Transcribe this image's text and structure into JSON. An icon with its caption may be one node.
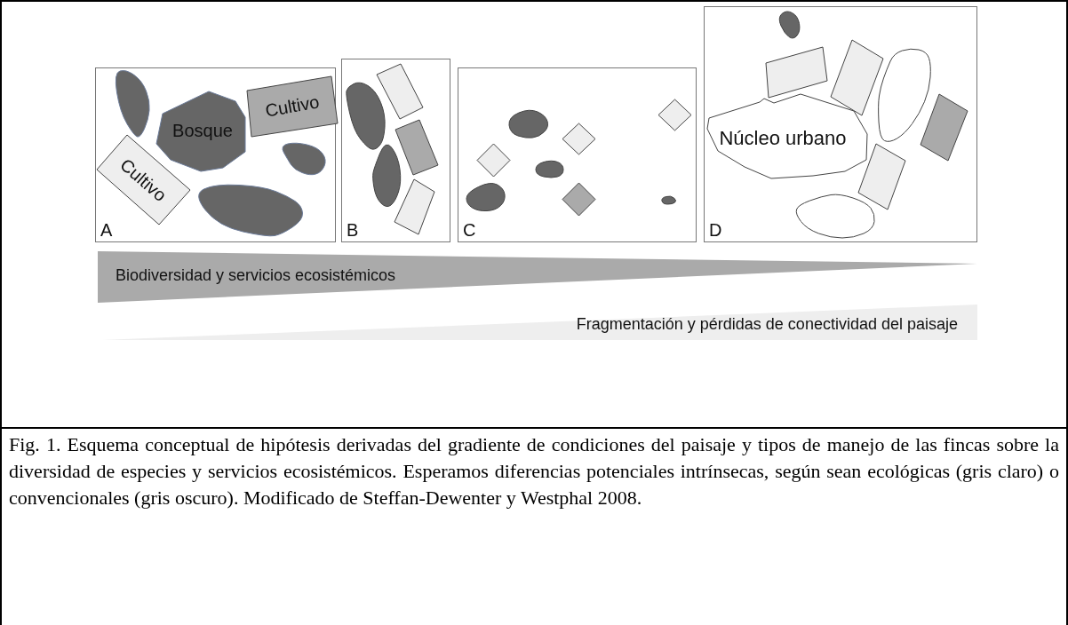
{
  "diagram": {
    "caption": "Fig. 1. Esquema conceptual de hipótesis derivadas del gradiente de condiciones del paisaje y tipos de manejo de las fincas sobre la diversidad de especies y servicios ecosistémicos. Esperamos diferencias potenciales intrínsecas, según sean ecológicas (gris claro) o convencionales (gris oscuro). Modificado de Steffan-Dewenter y Westphal 2008.",
    "nodes": [
      {
        "text": [
          "A"
        ]
      },
      {
        "text": [],
        "shape": "blob",
        "in": 0
      },
      {
        "text": [
          "Bosque"
        ],
        "in": 0
      },
      {
        "text": [
          "Cultivo"
        ],
        "in": 0
      },
      {
        "text": [
          "Cultivo"
        ],
        "in": 0
      },
      {
        "text": [],
        "shape": "blob",
        "in": 0
      },
      {
        "text": [],
        "shape": "blob",
        "in": 0
      },
      {
        "text": [
          "B"
        ]
      },
      {
        "text": [],
        "shape": "blob",
        "in": 7
      },
      {
        "text": [],
        "shape": "box",
        "in": 7
      },
      {
        "text": [],
        "shape": "box",
        "in": 7
      },
      {
        "text": [],
        "shape": "blob",
        "in": 7
      },
      {
        "text": [],
        "shape": "box",
        "in": 7
      },
      {
        "text": [
          "C"
        ]
      },
      {
        "text": [],
        "shape": "blob",
        "in": 13
      },
      {
        "text": [],
        "shape": "diamond",
        "in": 13
      },
      {
        "text": [],
        "shape": "diamond",
        "in": 13
      },
      {
        "text": [],
        "shape": "diamond",
        "in": 13
      },
      {
        "text": [],
        "shape": "blob",
        "in": 13
      },
      {
        "text": [],
        "shape": "blob",
        "in": 13
      },
      {
        "text": [],
        "shape": "diamond",
        "in": 13
      },
      {
        "text": [],
        "shape": "blob",
        "in": 13
      },
      {
        "text": [
          "D"
        ]
      },
      {
        "text": [],
        "shape": "blob",
        "in": 22
      },
      {
        "text": [],
        "shape": "box",
        "in": 22
      },
      {
        "text": [],
        "shape": "box",
        "in": 22
      },
      {
        "text": [],
        "shape": "blob",
        "in": 22
      },
      {
        "text": [
          "Núcleo urbano"
        ],
        "in": 22
      },
      {
        "text": [],
        "shape": "box",
        "in": 22
      },
      {
        "text": [],
        "shape": "box",
        "in": 22
      },
      {
        "text": [],
        "shape": "blob",
        "in": 22
      },
      {
        "text": [
          "Biodiversidad y servicios ecosistémicos"
        ]
      },
      {
        "text": [
          "Fragmentación y pérdidas de conectividad del paisaje"
        ]
      }
    ]
  }
}
